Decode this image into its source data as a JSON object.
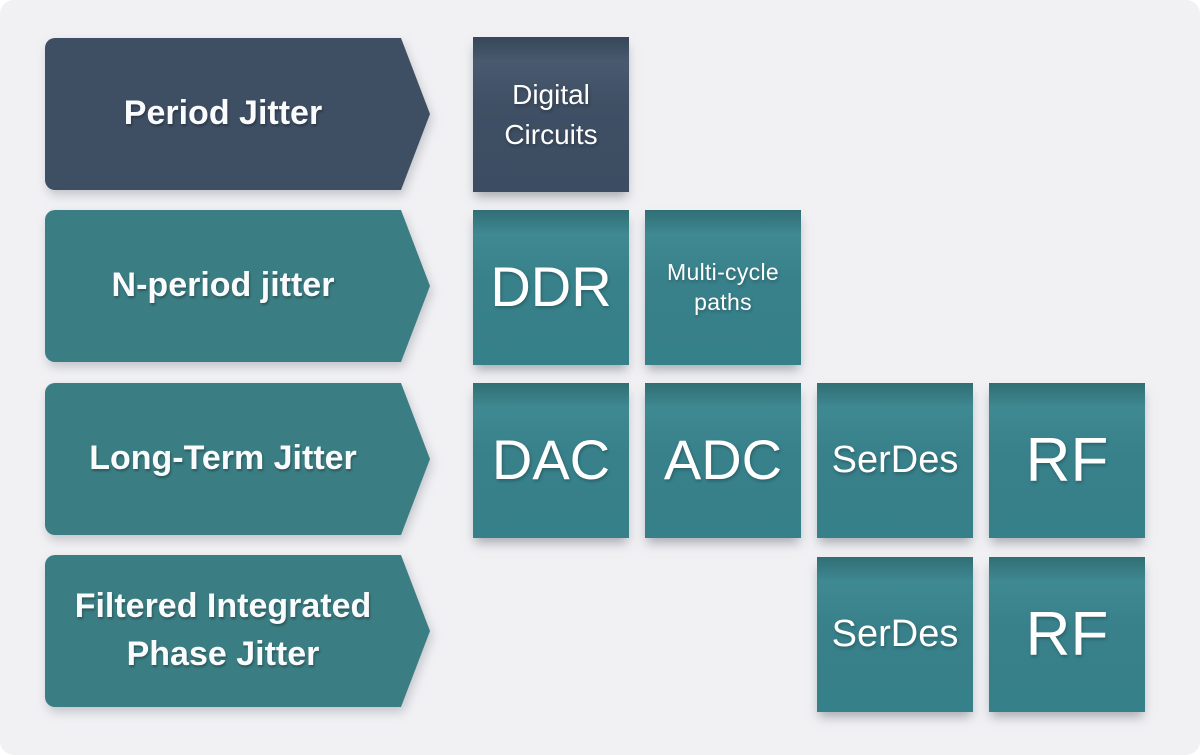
{
  "colors": {
    "background": "#f1f1f4",
    "navy": "#3e4e63",
    "teal_arrow": "#3a7d83",
    "teal_tile": "#38818a",
    "text": "#ffffff"
  },
  "arrows": [
    {
      "label": "Period Jitter",
      "variant": "navy"
    },
    {
      "label": "N-period jitter",
      "variant": "teal"
    },
    {
      "label": "Long-Term Jitter",
      "variant": "teal"
    },
    {
      "label": "Filtered Integrated Phase Jitter",
      "variant": "teal"
    }
  ],
  "tiles": [
    {
      "label": "Digital Circuits",
      "row": 1,
      "col": 1,
      "variant": "navy"
    },
    {
      "label": "DDR",
      "row": 2,
      "col": 1,
      "variant": "teal"
    },
    {
      "label": "Multi-cycle paths",
      "row": 2,
      "col": 2,
      "variant": "teal"
    },
    {
      "label": "DAC",
      "row": 3,
      "col": 1,
      "variant": "teal"
    },
    {
      "label": "ADC",
      "row": 3,
      "col": 2,
      "variant": "teal"
    },
    {
      "label": "SerDes",
      "row": 3,
      "col": 3,
      "variant": "teal"
    },
    {
      "label": "RF",
      "row": 3,
      "col": 4,
      "variant": "teal"
    },
    {
      "label": "SerDes",
      "row": 4,
      "col": 3,
      "variant": "teal"
    },
    {
      "label": "RF",
      "row": 4,
      "col": 4,
      "variant": "teal"
    }
  ]
}
